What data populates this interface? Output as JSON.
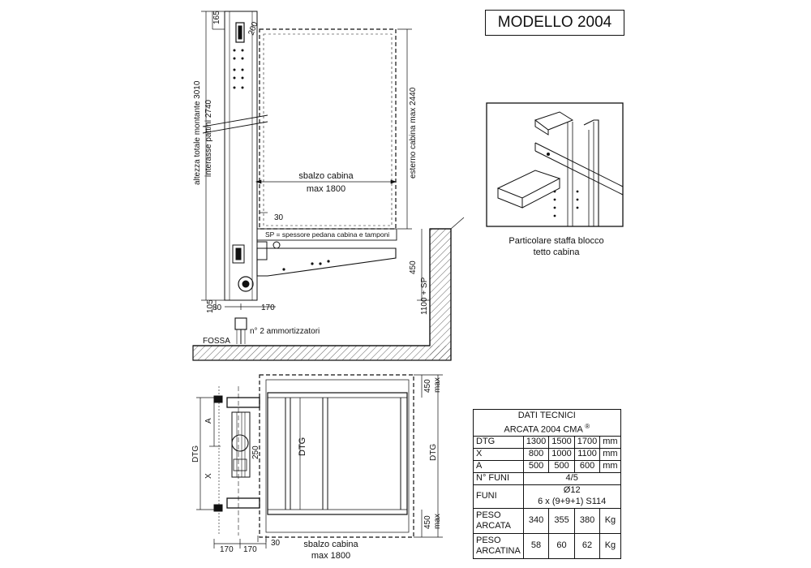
{
  "title": "MODELLO 2004",
  "detail_caption": [
    "Particolare staffa blocco",
    "tetto cabina"
  ],
  "elevation": {
    "dim_top_165": "165",
    "dim_200": "200",
    "dim_height_total": "altezza totale montante 3010",
    "dim_interasse": "interasse pattini 2740",
    "dim_external_cabin": "esterno cabina max 2440",
    "sbalzo_label": "sbalzo cabina",
    "sbalzo_value": "max 1800",
    "dim_30": "30",
    "sp_note": "SP = spessore pedana cabina e tamponi",
    "dim_450": "450",
    "dim_1100_sp": "1100 + SP",
    "dim_105": "105",
    "dim_80": "80",
    "dim_170": "170",
    "fossa": "FOSSA",
    "ammortizzatori": "n° 2 ammortizzatori"
  },
  "plan": {
    "dim_A": "A",
    "dim_DTG_left": "DTG",
    "dim_X": "X",
    "dim_250": "250",
    "dim_DTG_center": "DTG",
    "dim_DTG_right": "DTG",
    "dim_450_top": "450",
    "dim_max_top": "max",
    "dim_450_bottom": "450",
    "dim_max_bottom": "max",
    "dim_30": "30",
    "dim_170_a": "170",
    "dim_170_b": "170",
    "sbalzo_label": "sbalzo cabina",
    "sbalzo_value": "max 1800"
  },
  "spec_table": {
    "title": "DATI TECNICI",
    "subtitle": "ARCATA 2004 CMA",
    "subtitle_mark": "®",
    "rows": [
      {
        "label": "DTG",
        "v1": "1300",
        "v2": "1500",
        "v3": "1700",
        "unit": "mm"
      },
      {
        "label": "X",
        "v1": "800",
        "v2": "1000",
        "v3": "1100",
        "unit": "mm"
      },
      {
        "label": "A",
        "v1": "500",
        "v2": "500",
        "v3": "600",
        "unit": "mm"
      }
    ],
    "funi_count_label": "N° FUNI",
    "funi_count_value": "4/5",
    "funi_label": "FUNI",
    "funi_value_1": "Ø12",
    "funi_value_2": "6 x (9+9+1) S114",
    "peso_arcata_label_1": "PESO",
    "peso_arcata_label_2": "ARCATA",
    "peso_arcata": {
      "v1": "340",
      "v2": "355",
      "v3": "380",
      "unit": "Kg"
    },
    "peso_arcatina_label_1": "PESO",
    "peso_arcatina_label_2": "ARCATINA",
    "peso_arcatina": {
      "v1": "58",
      "v2": "60",
      "v3": "62",
      "unit": "Kg"
    }
  }
}
